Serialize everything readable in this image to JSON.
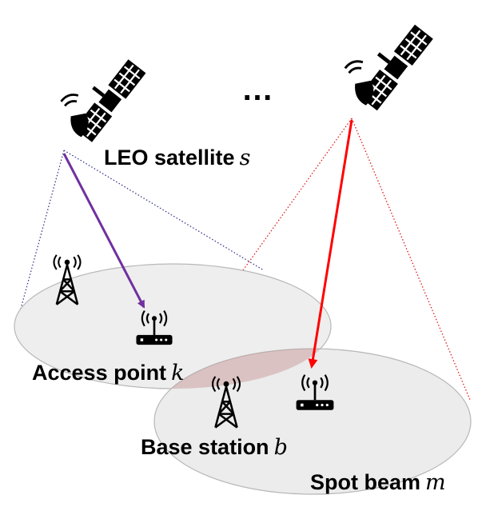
{
  "labels": {
    "satellite_text": "LEO satellite",
    "satellite_var": "s",
    "access_point_text": "Access point",
    "access_point_var": "k",
    "base_station_text": "Base station",
    "base_station_var": "b",
    "spot_beam_text": "Spot beam",
    "spot_beam_var": "m",
    "ellipsis": "…"
  },
  "colors": {
    "satellite_link_arrow": "#7030a0",
    "spot_beam_arrow": "#ff0000",
    "left_cone_lines": "#3a3a8a",
    "right_cone_lines": "#e02020",
    "ellipse_fill": "#eeeeee",
    "overlap_tint": "#c89090"
  },
  "icons": [
    "satellite-icon",
    "satellite-icon",
    "cell-tower-icon",
    "cell-tower-icon",
    "wireless-router-icon",
    "wireless-router-icon"
  ]
}
